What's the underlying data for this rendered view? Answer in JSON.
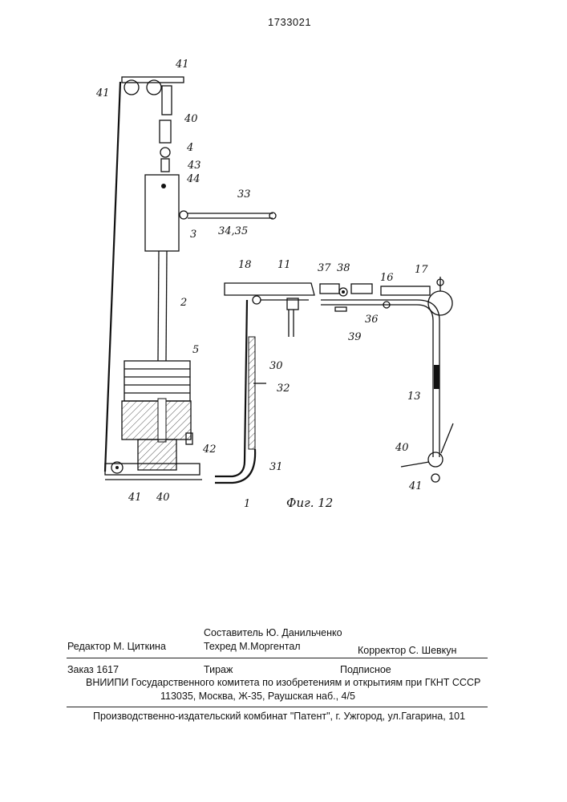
{
  "header": {
    "patent_number": "1733021"
  },
  "figure": {
    "caption": "Фиг. 12",
    "labels": [
      "41",
      "41",
      "40",
      "4",
      "43",
      "44",
      "33",
      "34,35",
      "3",
      "2",
      "5",
      "42",
      "41",
      "40",
      "18",
      "11",
      "37",
      "38",
      "16",
      "17",
      "30",
      "32",
      "36",
      "39",
      "13",
      "31",
      "1",
      "40",
      "41"
    ]
  },
  "imprint": {
    "compiler": "Составитель  Ю. Данильченко",
    "editor": "Редактор М. Циткина",
    "techred": "Техред М.Моргентал",
    "corrector": "Корректор  С. Шевкун",
    "order": "Заказ  1617",
    "circulation": "Тираж",
    "subscription": "Подписное",
    "vniipi": "ВНИИПИ Государственного комитета по изобретениям и открытиям при ГКНТ СССР",
    "address": "113035, Москва, Ж-35, Раушская наб., 4/5",
    "publisher": "Производственно-издательский комбинат \"Патент\", г. Ужгород, ул.Гагарина, 101"
  }
}
